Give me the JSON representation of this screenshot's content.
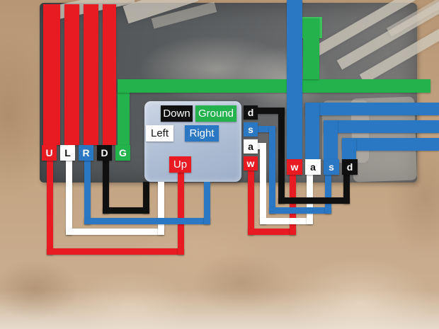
{
  "colors": {
    "red": "#e81b23",
    "blue": "#2a78c4",
    "green": "#24b24c",
    "green2": "#3ec35e",
    "black": "#101010",
    "white": "#ffffff",
    "board": "#b9c6da"
  },
  "left_connector": {
    "labels": [
      {
        "text": "U",
        "wire": "red"
      },
      {
        "text": "L",
        "wire": "white"
      },
      {
        "text": "R",
        "wire": "blue"
      },
      {
        "text": "D",
        "wire": "black"
      },
      {
        "text": "G",
        "wire": "green"
      }
    ]
  },
  "console": {
    "buttons": [
      {
        "text": "Down",
        "wire": "black"
      },
      {
        "text": "Ground",
        "wire": "green"
      },
      {
        "text": "Left",
        "wire": "white"
      },
      {
        "text": "Right",
        "wire": "blue"
      },
      {
        "text": "Up",
        "wire": "red"
      }
    ]
  },
  "key_stack": {
    "keys": [
      {
        "text": "d",
        "wire": "black"
      },
      {
        "text": "s",
        "wire": "blue"
      },
      {
        "text": "a",
        "wire": "white"
      },
      {
        "text": "w",
        "wire": "red"
      }
    ]
  },
  "right_connector": {
    "keys": [
      {
        "text": "w",
        "wire": "red"
      },
      {
        "text": "a",
        "wire": "white"
      },
      {
        "text": "s",
        "wire": "blue"
      },
      {
        "text": "d",
        "wire": "black"
      }
    ]
  }
}
